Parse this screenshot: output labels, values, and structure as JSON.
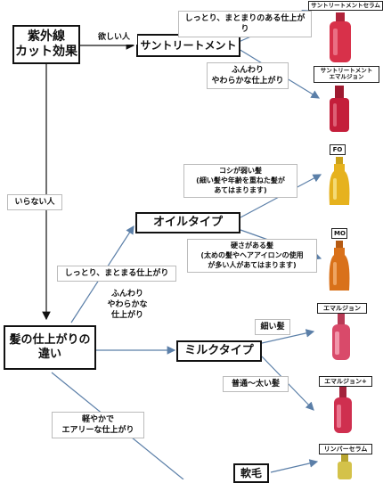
{
  "nodes": {
    "uv_cut": "紫外線\nカット効果",
    "sunlight_treatment": "サントリートメント",
    "oil_type": "オイルタイプ",
    "finish_difference": "髪の仕上がりの\n違い",
    "milk_type": "ミルクタイプ",
    "fine_hair": "軟毛"
  },
  "edge_labels": {
    "want": "欲しい人",
    "dont_want": "いらない人",
    "moist_finish": "しっとり、まとまりのある仕上がり",
    "soft_finish": "ふんわり\nやわらかな仕上がり",
    "stiff_hair": "コシが弱い髪\n(細い髪や年齢を重ねた髪が\nあてはまります)",
    "hard_hair": "硬さがある髪\n(太めの髪やヘアアイロンの使用\nが多い人があてはまります)",
    "moist_settle": "しっとり、まとまる仕上がり",
    "fluffy_soft": "ふんわり\nやわらかな\n仕上がり",
    "thin_hair": "細い髪",
    "normal_thick": "普通〜太い髪",
    "light_airy": "軽やかで\nエアリーな仕上がり"
  },
  "products": {
    "sun_serum": "サントリートメントセラム",
    "sun_emulsion": "サントリートメント\nエマルジョン",
    "fo": "FO",
    "mo": "MO",
    "emulsion": "エマルジョン",
    "emulsion_plus": "エマルジョン+",
    "limber_serum": "リンバーセラム"
  },
  "colors": {
    "arrow": "#5b7fa8",
    "line": "#111111",
    "serum_red": "#d8314a",
    "emulsion_red": "#c41e3a",
    "oil_yellow": "#e6b21e",
    "oil_orange": "#d9711a",
    "milk_pink": "#d94a6a",
    "limber_gold": "#d4c24a"
  }
}
